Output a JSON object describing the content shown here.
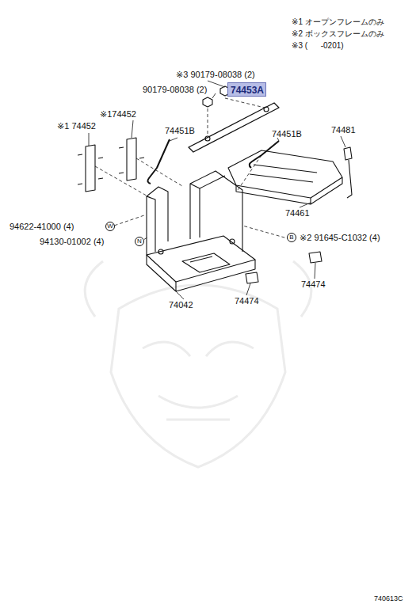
{
  "diagram": {
    "nodes": [
      {
        "text": [
          "74453A"
        ]
      }
    ],
    "labels": [
      "※1 オープンフレームのみ",
      "※2 ボックスフレームのみ",
      "※3 (      -0201)",
      "※3 90179-08038 (2)",
      "90179-08038 (2)",
      "※174452",
      "※1 74452",
      "74451B",
      "74451B",
      "74481",
      "74461",
      "94622-41000 (4)",
      "W",
      "94130-01002 (4)",
      "N",
      "B",
      "※2 91645-C1032 (4)",
      "74474",
      "74474",
      "74042",
      "740613C"
    ]
  }
}
